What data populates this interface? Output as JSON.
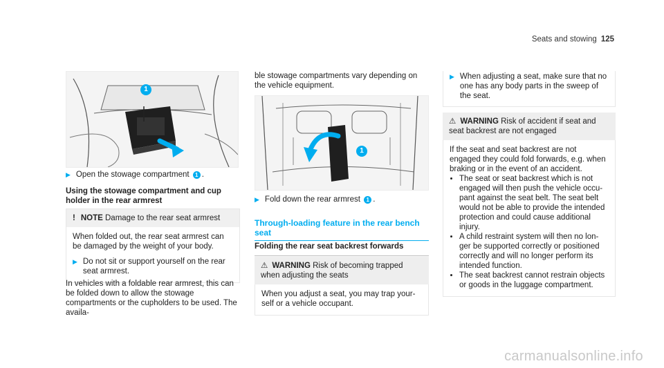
{
  "header": {
    "section": "Seats and stowing",
    "page": "125"
  },
  "col1": {
    "instruction": {
      "text": "Open the stowage compartment",
      "ref": "1",
      "suffix": "."
    },
    "heading": "Using the stowage compartment and cup holder in the rear armrest",
    "note": {
      "icon": "!",
      "label": "NOTE",
      "title": "Damage to the rear seat armrest",
      "body": "When folded out, the rear seat armrest can be damaged by the weight of your body.",
      "instruction": "Do not sit or support yourself on the rear seat armrest."
    },
    "para": "In vehicles with a foldable rear armrest, this can be folded down to allow the stowage compartments or the cupholders to be used. The availa-",
    "figure_label": "1"
  },
  "col2": {
    "para": "ble stowage compartments vary depending on the vehicle equipment.",
    "figure_label": "1",
    "instruction": {
      "text": "Fold down the rear armrest",
      "ref": "1",
      "suffix": "."
    },
    "section_title": "Through-loading feature in the rear bench seat",
    "sub_title": "Folding the rear seat backrest forwards",
    "warning": {
      "label": "WARNING",
      "title": "Risk of becoming trapped when adjusting the seats",
      "body": "When you adjust a seat, you may trap your-self or a vehicle occupant."
    }
  },
  "col3": {
    "instruction": "When adjusting a seat, make sure that no one has any body parts in the sweep of the seat.",
    "warning": {
      "label": "WARNING",
      "title": "Risk of accident if seat and seat backrest are not engaged",
      "body": "If the seat and seat backrest are not engaged they could fold forwards, e.g. when braking or in the event of an accident.",
      "bullets": [
        "The seat or seat backrest which is not engaged will then push the vehicle occu-pant against the seat belt. The seat belt would not be able to provide the intended protection and could cause additional injury.",
        "A child restraint system will then no lon-ger be supported correctly or positioned correctly and will no longer perform its intended function.",
        "The seat backrest cannot restrain objects or goods in the luggage compartment."
      ]
    }
  },
  "watermark": "carmanualsonline.info",
  "colors": {
    "accent": "#00adef",
    "text": "#222222"
  }
}
